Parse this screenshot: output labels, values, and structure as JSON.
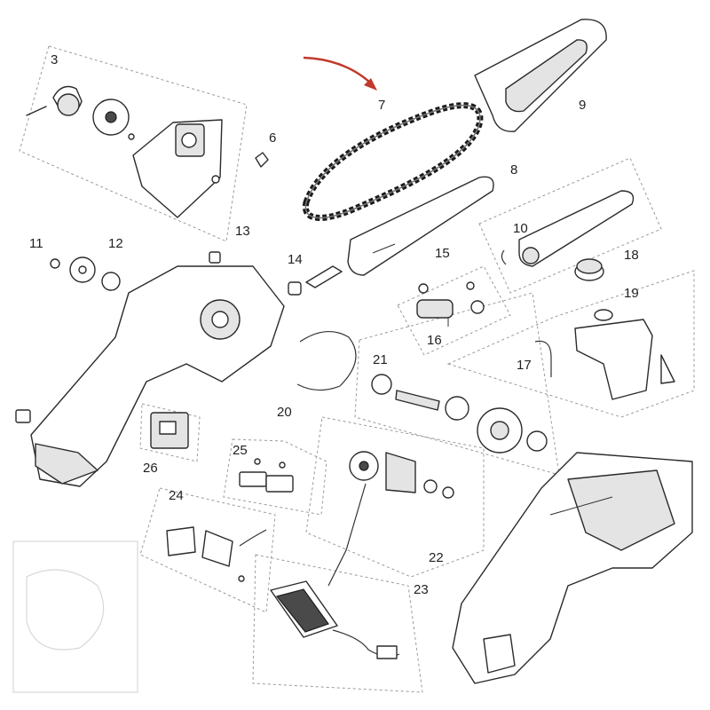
{
  "diagram": {
    "type": "exploded-parts-diagram",
    "accent_arrow_color": "#c0392b",
    "highlighted_part": "7",
    "callouts": [
      {
        "id": "c3",
        "label": "3"
      },
      {
        "id": "c6",
        "label": "6"
      },
      {
        "id": "c7",
        "label": "7"
      },
      {
        "id": "c8",
        "label": "8"
      },
      {
        "id": "c9",
        "label": "9"
      },
      {
        "id": "c10",
        "label": "10"
      },
      {
        "id": "c11",
        "label": "11"
      },
      {
        "id": "c12",
        "label": "12"
      },
      {
        "id": "c13",
        "label": "13"
      },
      {
        "id": "c14",
        "label": "14"
      },
      {
        "id": "c15",
        "label": "15"
      },
      {
        "id": "c16",
        "label": "16"
      },
      {
        "id": "c17",
        "label": "17"
      },
      {
        "id": "c18",
        "label": "18"
      },
      {
        "id": "c19",
        "label": "19"
      },
      {
        "id": "c20",
        "label": "20"
      },
      {
        "id": "c21",
        "label": "21"
      },
      {
        "id": "c22",
        "label": "22"
      },
      {
        "id": "c23",
        "label": "23"
      },
      {
        "id": "c24",
        "label": "24"
      },
      {
        "id": "c25",
        "label": "25"
      },
      {
        "id": "c26",
        "label": "26"
      }
    ]
  }
}
